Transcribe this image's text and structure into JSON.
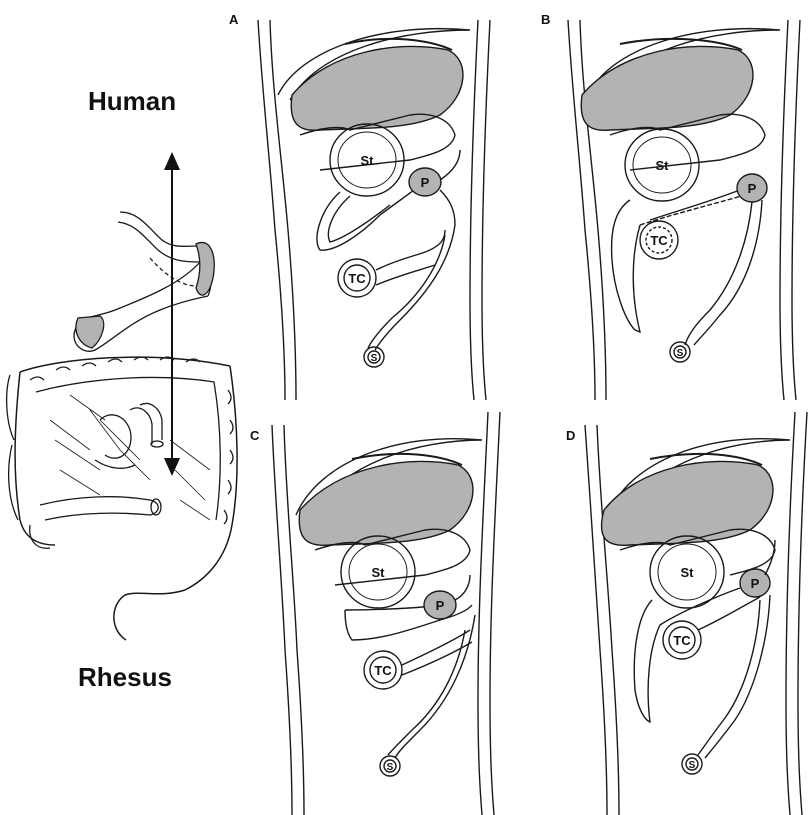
{
  "species": {
    "top": "Human",
    "bottom": "Rhesus"
  },
  "panels": [
    {
      "letter": "A",
      "labels": {
        "stomach": "St",
        "pancreas": "P",
        "transverse_colon": "TC",
        "spleen": "S"
      }
    },
    {
      "letter": "B",
      "labels": {
        "stomach": "St",
        "pancreas": "P",
        "transverse_colon": "TC",
        "spleen": "S"
      }
    },
    {
      "letter": "C",
      "labels": {
        "stomach": "St",
        "pancreas": "P",
        "transverse_colon": "TC",
        "spleen": "S"
      }
    },
    {
      "letter": "D",
      "labels": {
        "stomach": "St",
        "pancreas": "P",
        "transverse_colon": "TC",
        "spleen": "S"
      }
    }
  ],
  "colors": {
    "organ_fill": "#b3b3b3",
    "line": "#1a1a1a",
    "background": "#ffffff"
  }
}
